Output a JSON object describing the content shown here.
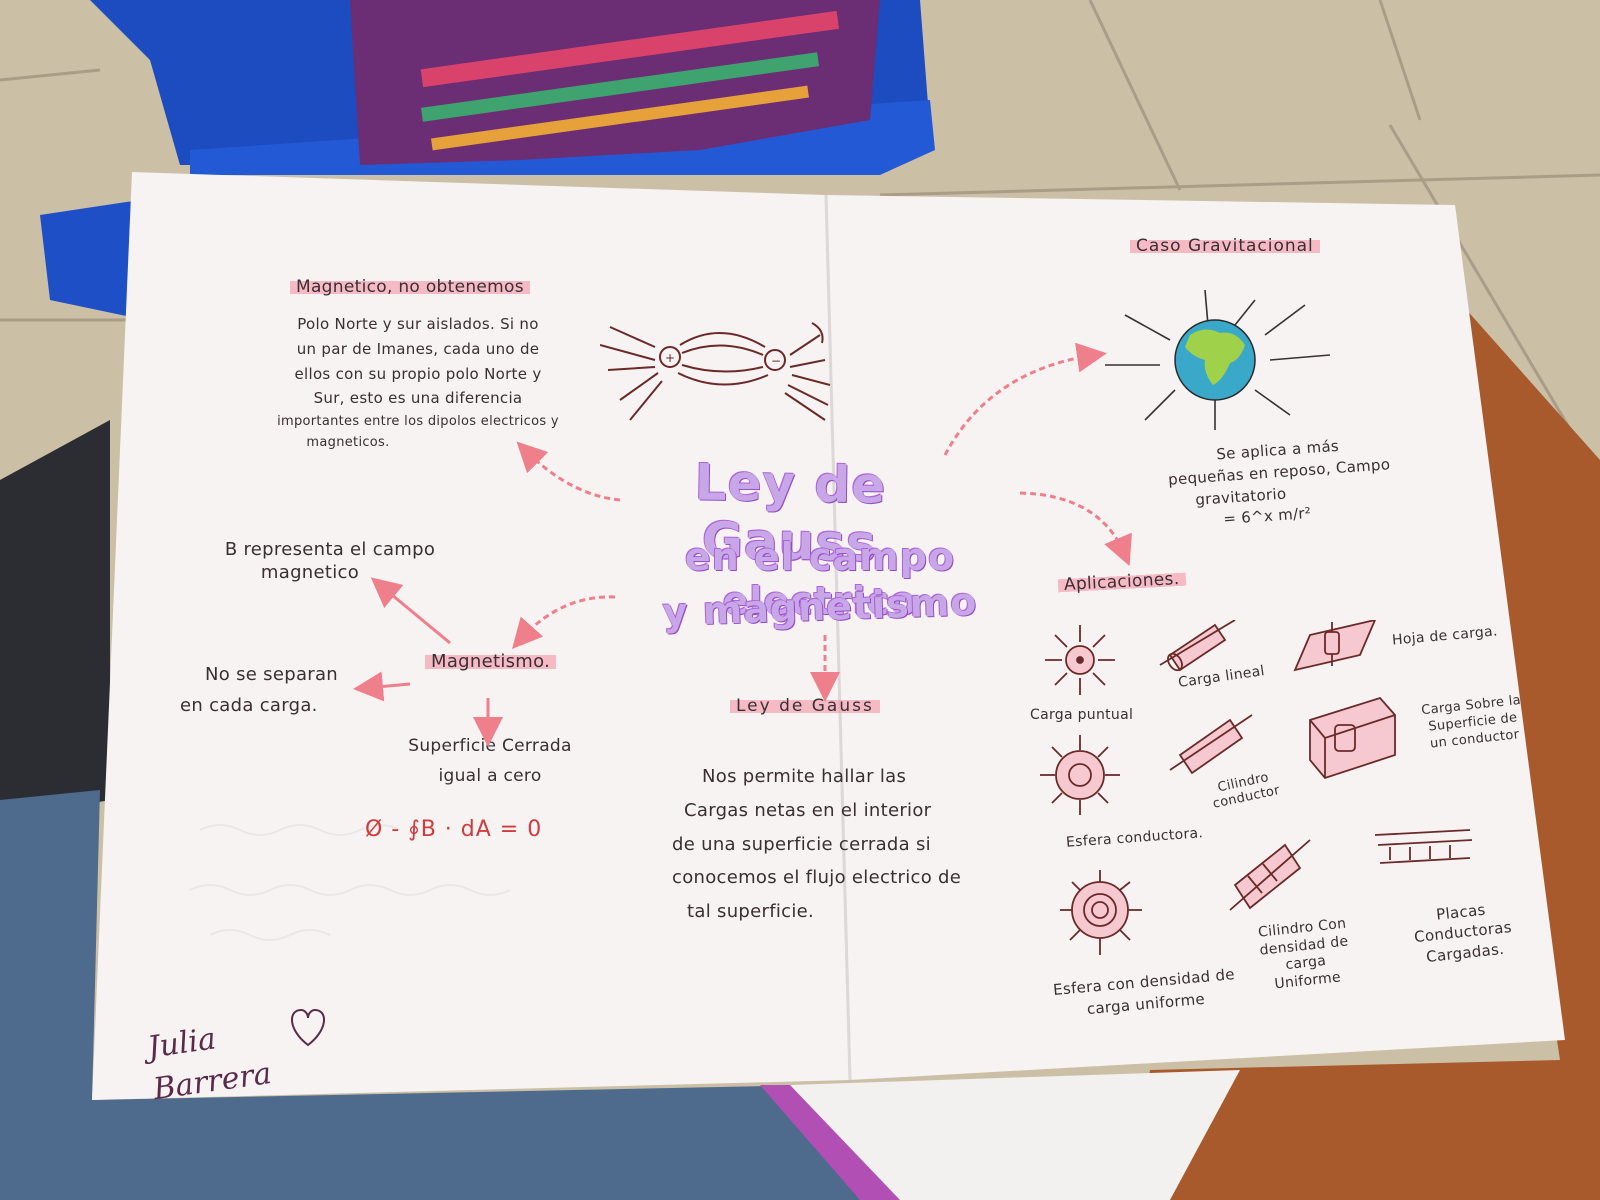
{
  "page": {
    "signature": "Julia Barrera"
  },
  "center": {
    "title_line1": "Ley de Gauss",
    "title_line2": "en el campo electrico",
    "title_line3": "y magnetismo"
  },
  "magnetic_note": {
    "heading": "Magnetico, no obtenemos",
    "lines": [
      "Polo Norte y sur aislados. Si no",
      "un par de Imanes, cada uno de",
      "ellos con su propio polo Norte y",
      "Sur, esto es una diferencia",
      "importantes entre los dipolos electricos y",
      "magneticos."
    ]
  },
  "magnetismo": {
    "heading": "Magnetismo.",
    "b_line1": "B representa el campo",
    "b_line2": "magnetico",
    "nosep_line1": "No se separan",
    "nosep_line2": "en cada carga.",
    "surface_line1": "Superficie Cerrada",
    "surface_line2": "igual a cero",
    "formula": "Ø - ∮B · dA = 0"
  },
  "ley": {
    "heading": "Ley de Gauss",
    "lines": [
      "Nos permite hallar las",
      "Cargas netas en el interior",
      "de una superficie cerrada si",
      "conocemos el flujo electrico de",
      "tal superficie."
    ]
  },
  "gravitacional": {
    "heading": "Caso Gravitacional",
    "lines": [
      "Se aplica a más",
      "pequeñas en reposo, Campo",
      "gravitatorio",
      "= 6^x m/r²"
    ]
  },
  "aplicaciones": {
    "heading": "Aplicaciones.",
    "items": [
      "Carga puntual",
      "Carga lineal",
      "Hoja de carga.",
      "Esfera conductora.",
      "Cilindro conductor",
      "Carga Sobre la Superficie de un conductor",
      "Esfera con densidad de carga uniforme",
      "Cilindro Con densidad de carga Uniforme",
      "Placas Conductoras Cargadas."
    ]
  },
  "colors": {
    "paper": "#f6f3f2",
    "ink": "#3a2f33",
    "highlight": "#f68ca0",
    "arrow": "#ef7f8a",
    "title_purple": "#b06ad8",
    "earth_blue": "#3aa9c9",
    "earth_green": "#9fd14a",
    "blue_chair": "#1c46b8"
  }
}
